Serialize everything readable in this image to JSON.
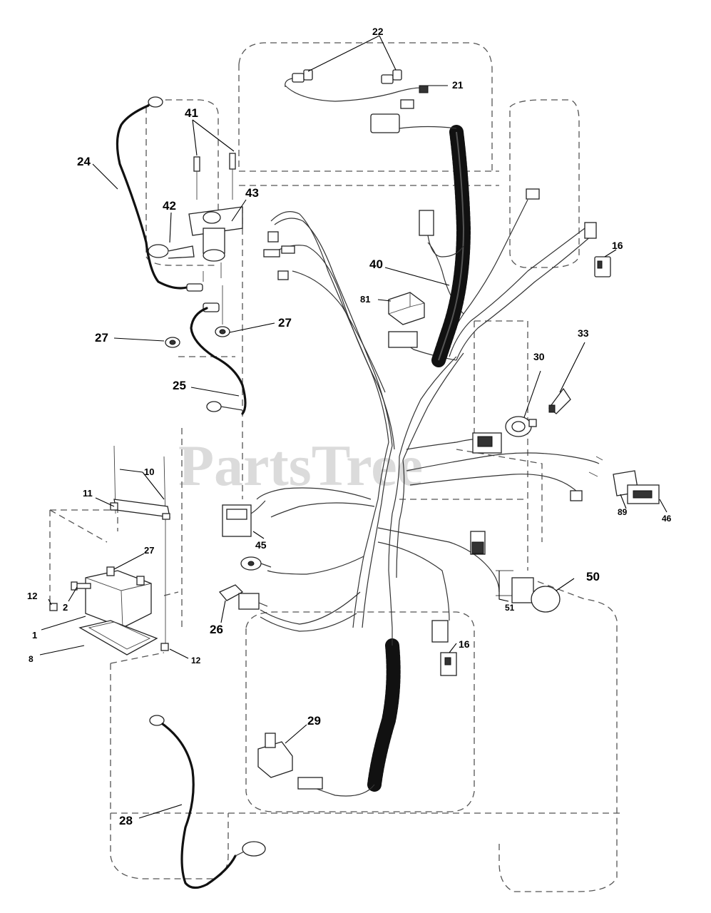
{
  "watermark": "PartsTree",
  "callouts": {
    "c22": "22",
    "c21": "21",
    "c41": "41",
    "c24": "24",
    "c43": "43",
    "c42": "42",
    "c16a": "16",
    "c40": "40",
    "c81": "81",
    "c27a": "27",
    "c27b": "27",
    "c33": "33",
    "c30": "30",
    "c25": "25",
    "c10": "10",
    "c11": "11",
    "c27c": "27",
    "c45": "45",
    "c89": "89",
    "c46": "46",
    "c50": "50",
    "c51": "51",
    "c12a": "12",
    "c2": "2",
    "c1": "1",
    "c26": "26",
    "c8": "8",
    "c12b": "12",
    "c16b": "16",
    "c29": "29",
    "c28": "28"
  }
}
